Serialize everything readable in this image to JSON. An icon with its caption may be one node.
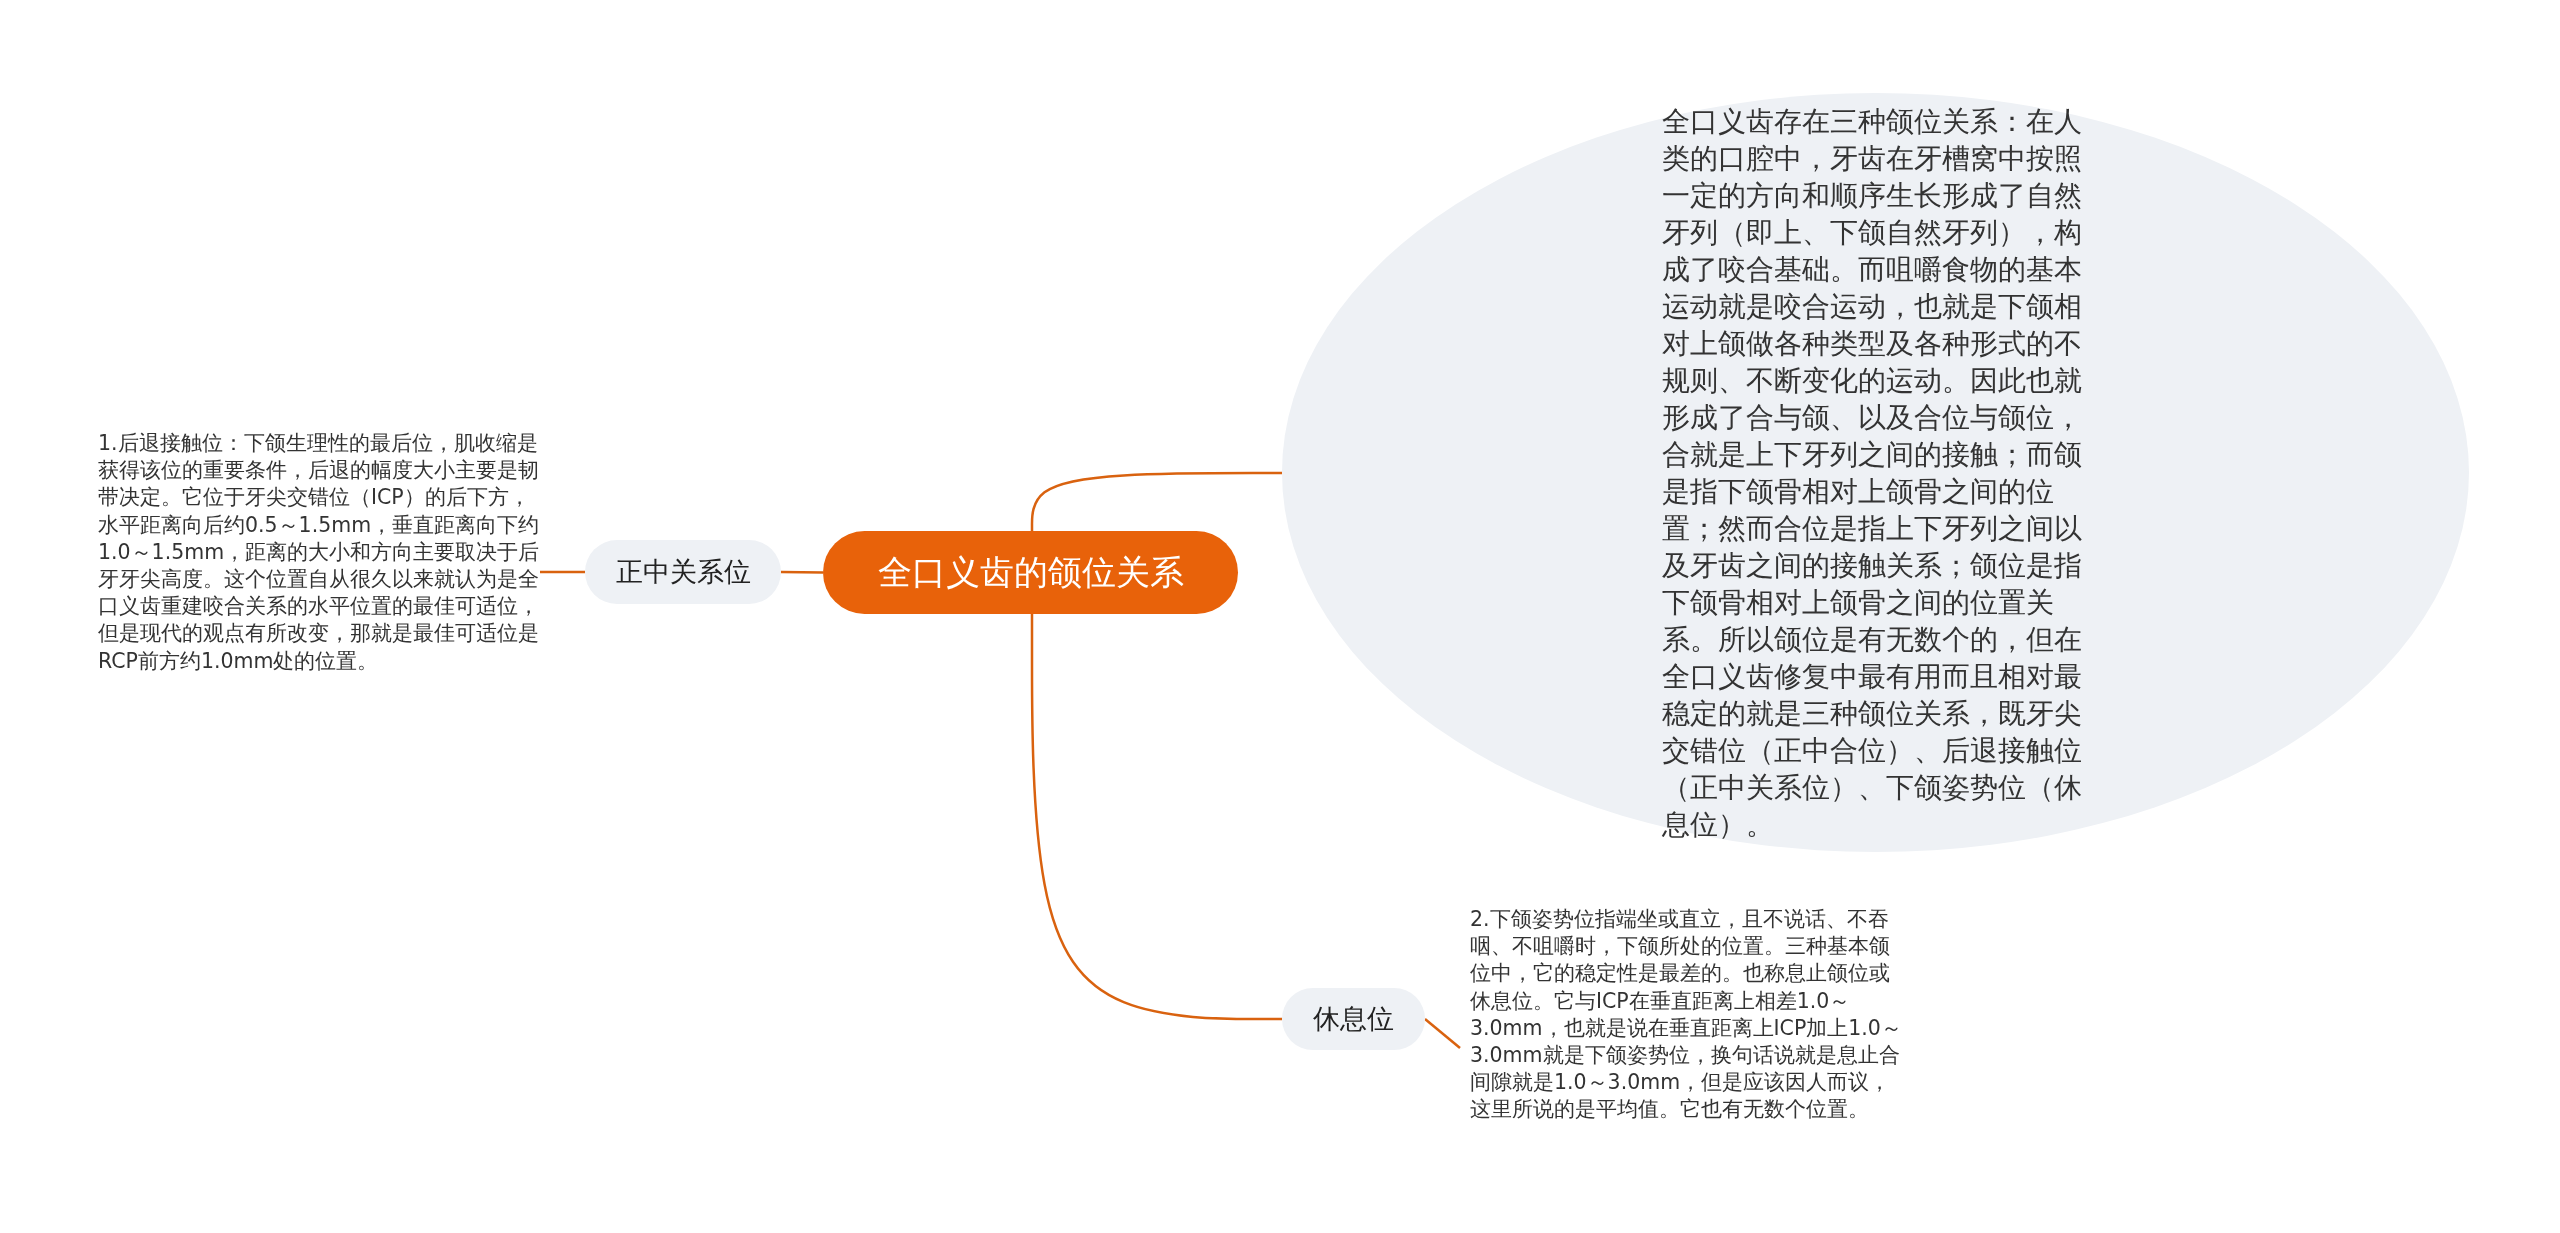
{
  "diagram": {
    "nodes": [
      {
        "text": [
          "全口义齿的颌位关系"
        ]
      },
      {
        "text": [
          "全口义齿存在三种颌位关系：在人类的口腔中，牙齿在牙槽窝中按照一定的方向和顺序生长形成了自然牙列（即上、下颌自然牙列），构成了咬合基础。而咀嚼食物的基本运动就是咬合运动，也就是下颌相对上颌做各种类型及各种形式的不规则、不断变化的运动。因此也就形成了合与颌、以及合位与颌位，合就是上下牙列之间的接触；而颌是指下颌骨相对上颌骨之间的位置；然而合位是指上下牙列之间以及牙齿之间的接触关系；颌位是指下颌骨相对上颌骨之间的位置关系。所以颌位是有无数个的，但在全口义齿修复中最有用而且相对最稳定的就是三种颌位关系，既牙尖交错位（正中合位）、后退接触位（正中关系位）、下颌姿势位（休息位）。"
        ]
      },
      {
        "text": [
          "正中关系位"
        ]
      },
      {
        "text": [
          "1.后退接触位：下颌生理性的最后位，肌收缩是获得该位的重要条件，后退的幅度大小主要是韧带决定。它位于牙尖交错位（ICP）的后下方，水平距离向后约0.5～1.5mm，垂直距离向下约1.0～1.5mm，距离的大小和方向主要取决于后牙牙尖高度。这个位置自从很久以来就认为是全口义齿重建咬合关系的水平位置的最佳可适位，但是现代的观点有所改变，那就是最佳可适位是RCP前方约1.0mm处的位置。"
        ]
      },
      {
        "text": [
          "休息位"
        ]
      },
      {
        "text": [
          "2.下颌姿势位指端坐或直立，且不说话、不吞咽、不咀嚼时，下颌所处的位置。三种基本颌位中，它的稳定性是最差的。也称息止颌位或休息位。它与ICP在垂直距离上相差1.0～3.0mm，也就是说在垂直距离上ICP加上1.0～3.0mm就是下颌姿势位，换句话说就是息止合间隙就是1.0～3.0mm，但是应该因人而议，这里所说的是平均值。它也有无数个位置。"
        ]
      }
    ],
    "edges": [
      {
        "from": 0,
        "to": 1,
        "arrow": "none"
      },
      {
        "from": 0,
        "to": 2,
        "arrow": "none"
      },
      {
        "from": 2,
        "to": 3,
        "arrow": "none"
      },
      {
        "from": 0,
        "to": 4,
        "arrow": "none"
      },
      {
        "from": 4,
        "to": 5,
        "arrow": "none"
      }
    ]
  }
}
